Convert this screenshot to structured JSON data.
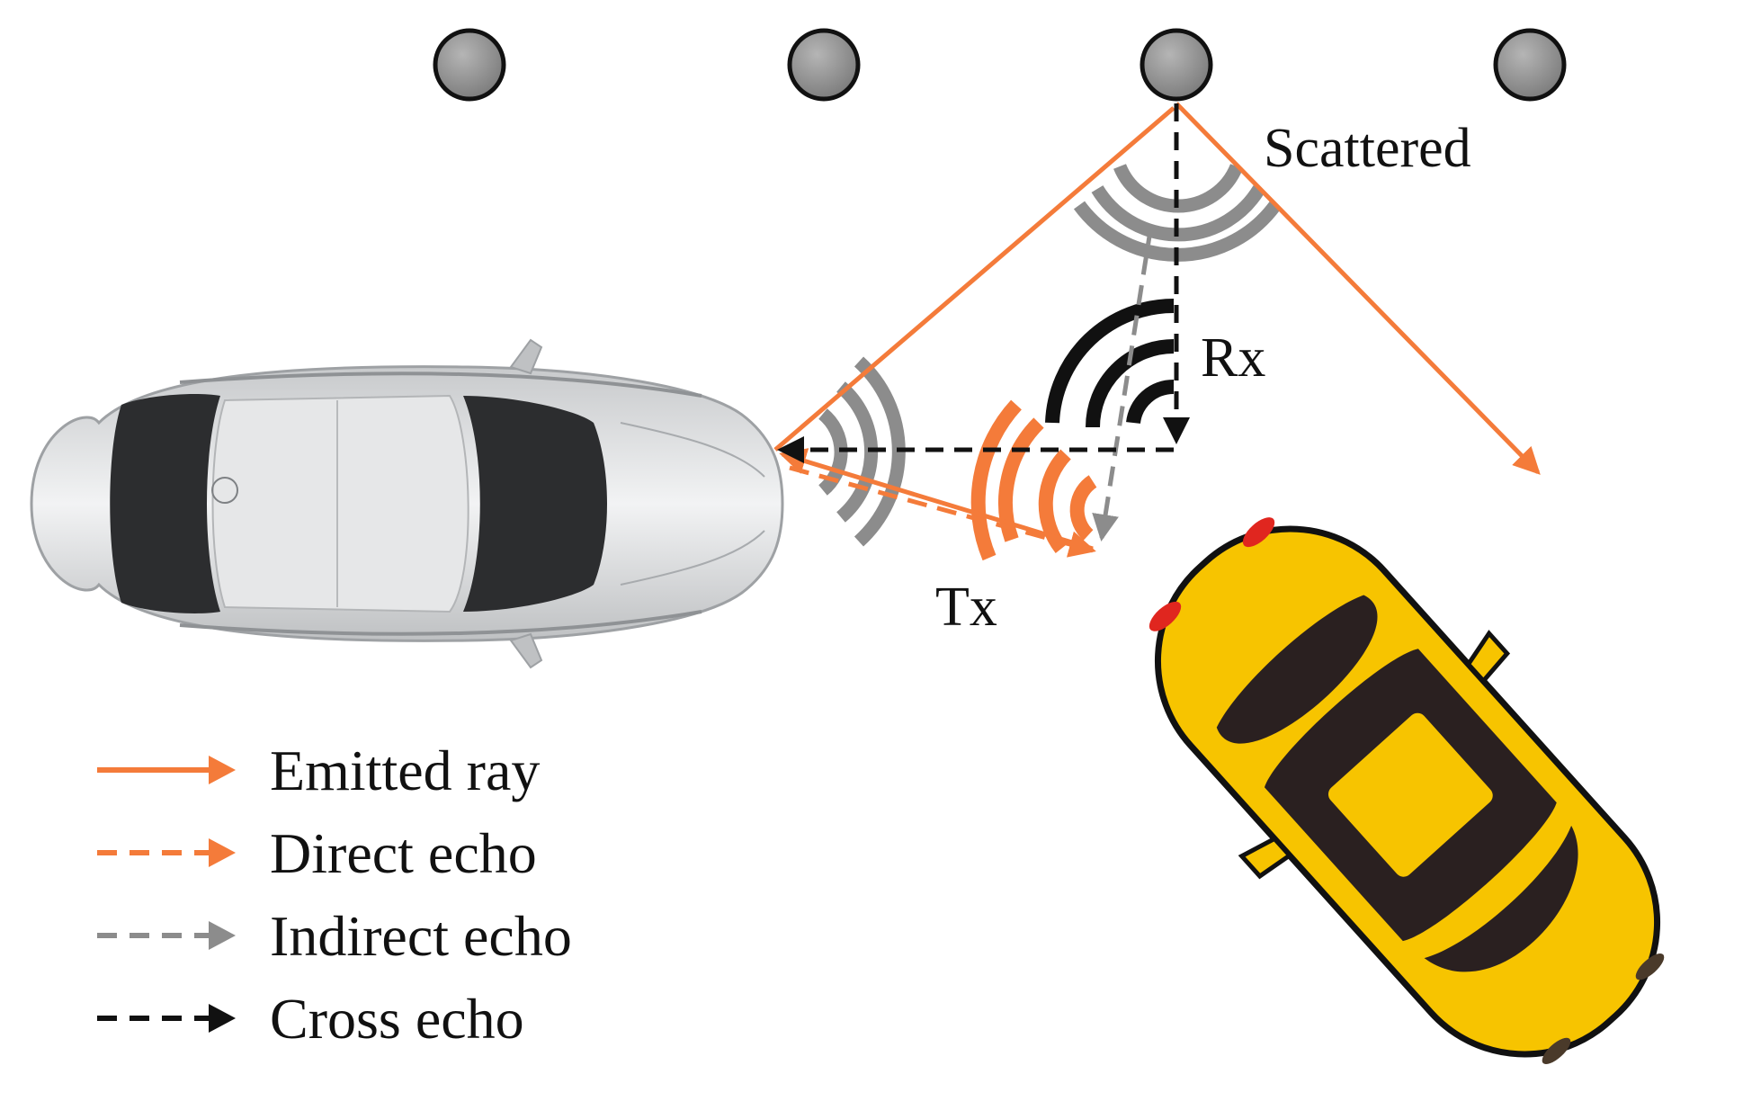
{
  "labels": {
    "scattered": "Scattered",
    "rx": "Rx",
    "tx": "Tx"
  },
  "legend": [
    {
      "label": "Emitted ray",
      "style": "solid",
      "color": "#F47B3A"
    },
    {
      "label": "Direct echo",
      "style": "dashed",
      "color": "#F47B3A"
    },
    {
      "label": "Indirect echo",
      "style": "dashed",
      "color": "#8C8C8C"
    },
    {
      "label": "Cross echo",
      "style": "dashed",
      "color": "#111111"
    }
  ],
  "colors": {
    "emitted": "#F47B3A",
    "indirect": "#8C8C8C",
    "cross": "#111111",
    "post": "#8E8E8E",
    "silver_car": "#D9DBDD",
    "yellow_car": "#F7C400"
  },
  "elements": {
    "posts": 4,
    "vehicles": [
      "silver-car",
      "yellow-car"
    ],
    "icons": [
      "scattered-wave-icon",
      "silver-car-wave-icon",
      "tx-wave-icon",
      "rx-wave-icon"
    ]
  }
}
